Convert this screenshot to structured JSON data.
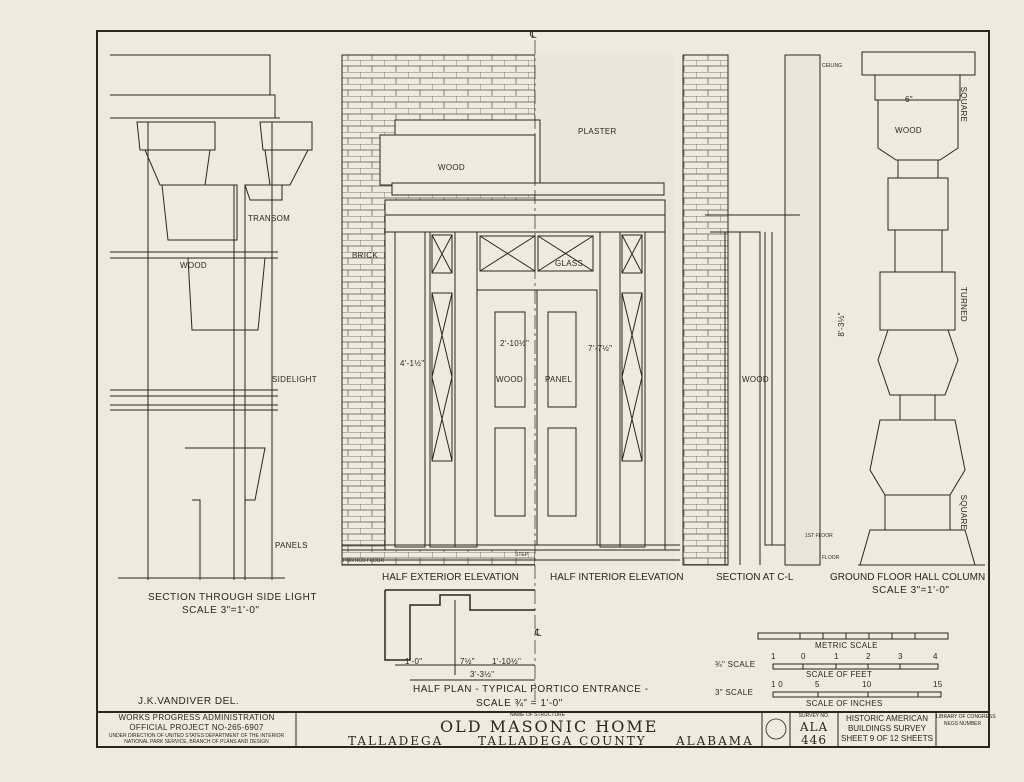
{
  "drawing_labels": {
    "transom": "TRANSOM",
    "wood_section": "WOOD",
    "sidelight": "SIDELIGHT",
    "panels": "PANELS",
    "section_side_light_title": "SECTION THROUGH SIDE LIGHT",
    "section_side_light_scale": "SCALE 3\"=1'-0\"",
    "brick": "BRICK",
    "wood_transom": "WOOD",
    "plaster": "PLASTER",
    "glass": "GLASS",
    "wood_door": "WOOD",
    "panel": "PANEL",
    "portico_floor": "PORTICO FLOOR",
    "step": "STEP",
    "half_exterior": "HALF EXTERIOR ELEVATION",
    "half_interior": "HALF INTERIOR ELEVATION",
    "section_cl": "SECTION AT C-L",
    "wood_cl": "WOOD",
    "ceiling": "CEILING",
    "first_floor": "1ST FLOOR",
    "floor": "FLOOR",
    "column_title": "GROUND FLOOR HALL COLUMN",
    "column_scale": "SCALE 3\"=1'-0\"",
    "wood_column": "WOOD",
    "square_top": "SQUARE",
    "turned": "TURNED",
    "square_bottom": "SQUARE",
    "column_height": "8'-3½\"",
    "plan_title": "HALF   PLAN - TYPICAL PORTICO ENTRANCE -",
    "plan_scale": "SCALE ¾\" = 1'-0\"",
    "centerline": "℄",
    "dim_1": "1'-0\"",
    "dim_2": "7½\"",
    "dim_3": "1'-10½\"",
    "dim_4": "3'-3½\"",
    "dim_5": "2'-10½\"",
    "dim_6": "7'-7½\"",
    "dim_7": "4'-1½\"",
    "dim_8": "6\""
  },
  "scales": {
    "metric": "METRIC SCALE",
    "quarter_scale": "¾\" SCALE",
    "feet_ticks": [
      "1",
      "0",
      "1",
      "2",
      "3",
      "4"
    ],
    "scale_of_feet": "SCALE OF FEET",
    "three_scale": "3\" SCALE",
    "inch_ticks": [
      "1 0",
      "5",
      "10",
      "15"
    ],
    "scale_of_inches": "SCALE OF INCHES"
  },
  "delineator": "J.K.VANDIVER   DEL.",
  "title_block": {
    "wpa_1": "WORKS PROGRESS ADMINISTRATION",
    "wpa_2": "OFFICIAL PROJECT NO-265-6907",
    "wpa_3": "UNDER DIRECTION OF UNITED STATES DEPARTMENT OF THE INTERIOR",
    "wpa_4": "NATIONAL PARK SERVICE, BRANCH OF PLANS AND DESIGN",
    "name_label": "NAME OF STRUCTURE",
    "name": "OLD MASONIC HOME",
    "city": "TALLADEGA",
    "county": "TALLADEGA COUNTY",
    "state": "ALABAMA",
    "survey_label": "SURVEY NO.",
    "survey_1": "ALA",
    "survey_2": "446",
    "habs_1": "HISTORIC AMERICAN",
    "habs_2": "BUILDINGS SURVEY",
    "sheet": "SHEET 9 OF 12 SHEETS",
    "loc_1": "LIBRARY OF CONGRESS",
    "loc_2": "NEGS NUMBER"
  }
}
